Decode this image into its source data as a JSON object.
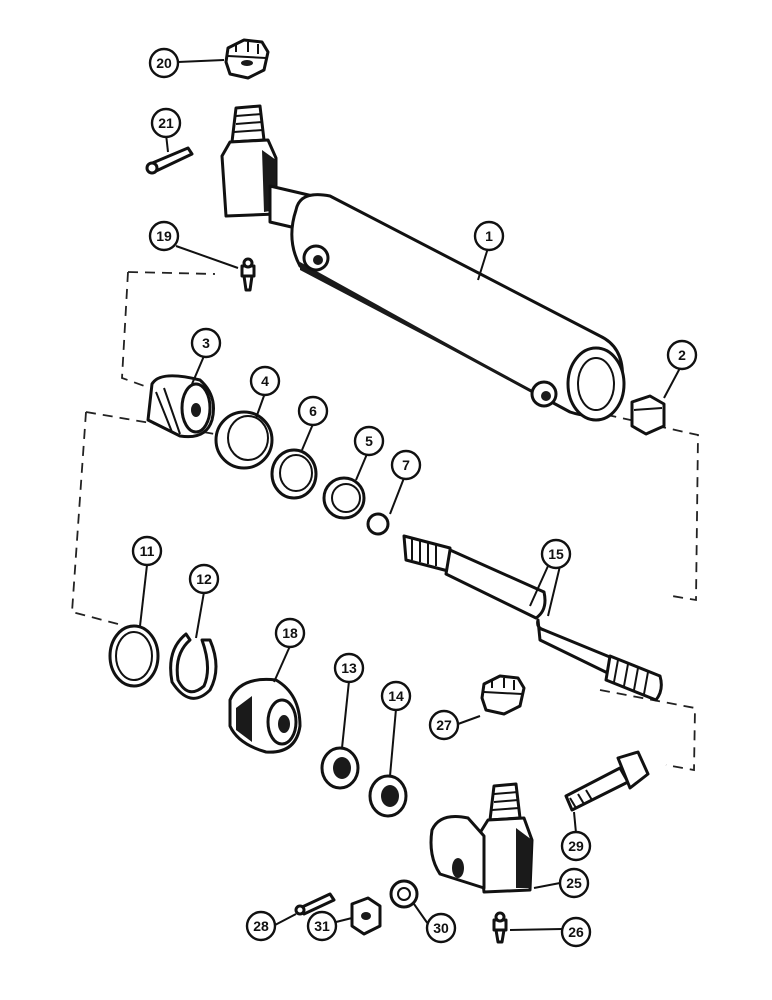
{
  "callouts": [
    {
      "id": "c20",
      "label": "20"
    },
    {
      "id": "c21",
      "label": "21"
    },
    {
      "id": "c19",
      "label": "19"
    },
    {
      "id": "c1",
      "label": "1"
    },
    {
      "id": "c2",
      "label": "2"
    },
    {
      "id": "c3",
      "label": "3"
    },
    {
      "id": "c4",
      "label": "4"
    },
    {
      "id": "c6",
      "label": "6"
    },
    {
      "id": "c5",
      "label": "5"
    },
    {
      "id": "c7",
      "label": "7"
    },
    {
      "id": "c11",
      "label": "11"
    },
    {
      "id": "c12",
      "label": "12"
    },
    {
      "id": "c18",
      "label": "18"
    },
    {
      "id": "c15",
      "label": "15"
    },
    {
      "id": "c13",
      "label": "13"
    },
    {
      "id": "c14",
      "label": "14"
    },
    {
      "id": "c27",
      "label": "27"
    },
    {
      "id": "c29",
      "label": "29"
    },
    {
      "id": "c25",
      "label": "25"
    },
    {
      "id": "c28",
      "label": "28"
    },
    {
      "id": "c31",
      "label": "31"
    },
    {
      "id": "c30",
      "label": "30"
    },
    {
      "id": "c26",
      "label": "26"
    }
  ]
}
